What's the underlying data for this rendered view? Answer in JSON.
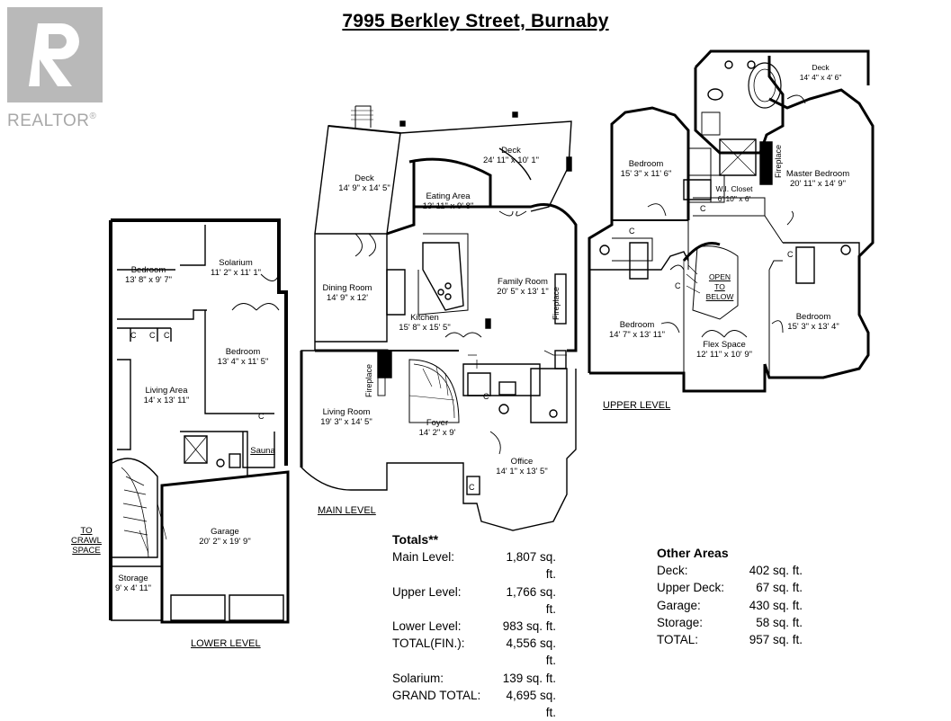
{
  "title": "7995 Berkley Street, Burnaby",
  "logo": {
    "text": "REALTOR",
    "mark": "®"
  },
  "levels": {
    "lower": "LOWER LEVEL",
    "main": "MAIN LEVEL",
    "upper": "UPPER LEVEL"
  },
  "rooms": {
    "lower_bedroom": {
      "name": "Bedroom",
      "dim": "13' 8\" x 9' 7\""
    },
    "solarium": {
      "name": "Solarium",
      "dim": "11' 2\" x 11' 1\""
    },
    "lower_bedroom2": {
      "name": "Bedroom",
      "dim": "13' 4\" x 11' 5\""
    },
    "living_area": {
      "name": "Living Area",
      "dim": "14' x 13' 11\""
    },
    "sauna": {
      "name": "Sauna"
    },
    "garage": {
      "name": "Garage",
      "dim": "20' 2\" x 19' 9\""
    },
    "storage": {
      "name": "Storage",
      "dim": "9' x 4' 11\""
    },
    "crawl": {
      "line1": "TO",
      "line2": "CRAWL",
      "line3": "SPACE"
    },
    "deck_main_left": {
      "name": "Deck",
      "dim": "14' 9\" x 14' 5\""
    },
    "deck_main_right": {
      "name": "Deck",
      "dim": "24' 11\" x 10' 1\""
    },
    "eating_area": {
      "name": "Eating Area",
      "dim": "13' 11\" x 9' 8\""
    },
    "dining_room": {
      "name": "Dining Room",
      "dim": "14' 9\" x 12'"
    },
    "kitchen": {
      "name": "Kitchen",
      "dim": "15' 8\" x 15' 5\""
    },
    "family_room": {
      "name": "Family Room",
      "dim": "20' 5\" x 13' 1\""
    },
    "living_room": {
      "name": "Living Room",
      "dim": "19' 3\" x 14' 5\""
    },
    "foyer": {
      "name": "Foyer",
      "dim": "14' 2\" x 9'"
    },
    "office": {
      "name": "Office",
      "dim": "14' 1\" x 13' 5\""
    },
    "fireplace": "Fireplace",
    "upper_deck": {
      "name": "Deck",
      "dim": "14' 4\" x 4' 6\""
    },
    "upper_bedroom1": {
      "name": "Bedroom",
      "dim": "15' 3\" x 11' 6\""
    },
    "wi_closet": {
      "name": "W.I. Closet",
      "dim": "6' 10\" x 6'"
    },
    "master_bedroom": {
      "name": "Master Bedroom",
      "dim": "20' 11\" x 14' 9\""
    },
    "open_to_below": {
      "line1": "OPEN",
      "line2": "TO",
      "line3": "BELOW"
    },
    "upper_bedroom2": {
      "name": "Bedroom",
      "dim": "14' 7\" x 13' 11\""
    },
    "flex_space": {
      "name": "Flex Space",
      "dim": "12' 11\" x 10' 9\""
    },
    "upper_bedroom3": {
      "name": "Bedroom",
      "dim": "15' 3\" x 13' 4\""
    },
    "closet_mark": "C"
  },
  "totals": {
    "heading": "Totals**",
    "rows": [
      {
        "label": "Main Level:",
        "value": "1,807 sq. ft."
      },
      {
        "label": "Upper Level:",
        "value": "1,766 sq. ft."
      },
      {
        "label": "Lower Level:",
        "value": "983 sq. ft."
      },
      {
        "label": "TOTAL(FIN.):",
        "value": "4,556 sq. ft."
      },
      {
        "label": "Solarium:",
        "value": "139 sq. ft."
      },
      {
        "label": "GRAND TOTAL:",
        "value": "4,695 sq. ft."
      }
    ]
  },
  "other_areas": {
    "heading": "Other Areas",
    "rows": [
      {
        "label": "Deck:",
        "value": "402 sq. ft."
      },
      {
        "label": "Upper Deck:",
        "value": "67 sq. ft."
      },
      {
        "label": "Garage:",
        "value": "430 sq. ft."
      },
      {
        "label": "Storage:",
        "value": "58 sq. ft."
      },
      {
        "label": "TOTAL:",
        "value": "957 sq. ft."
      }
    ]
  }
}
